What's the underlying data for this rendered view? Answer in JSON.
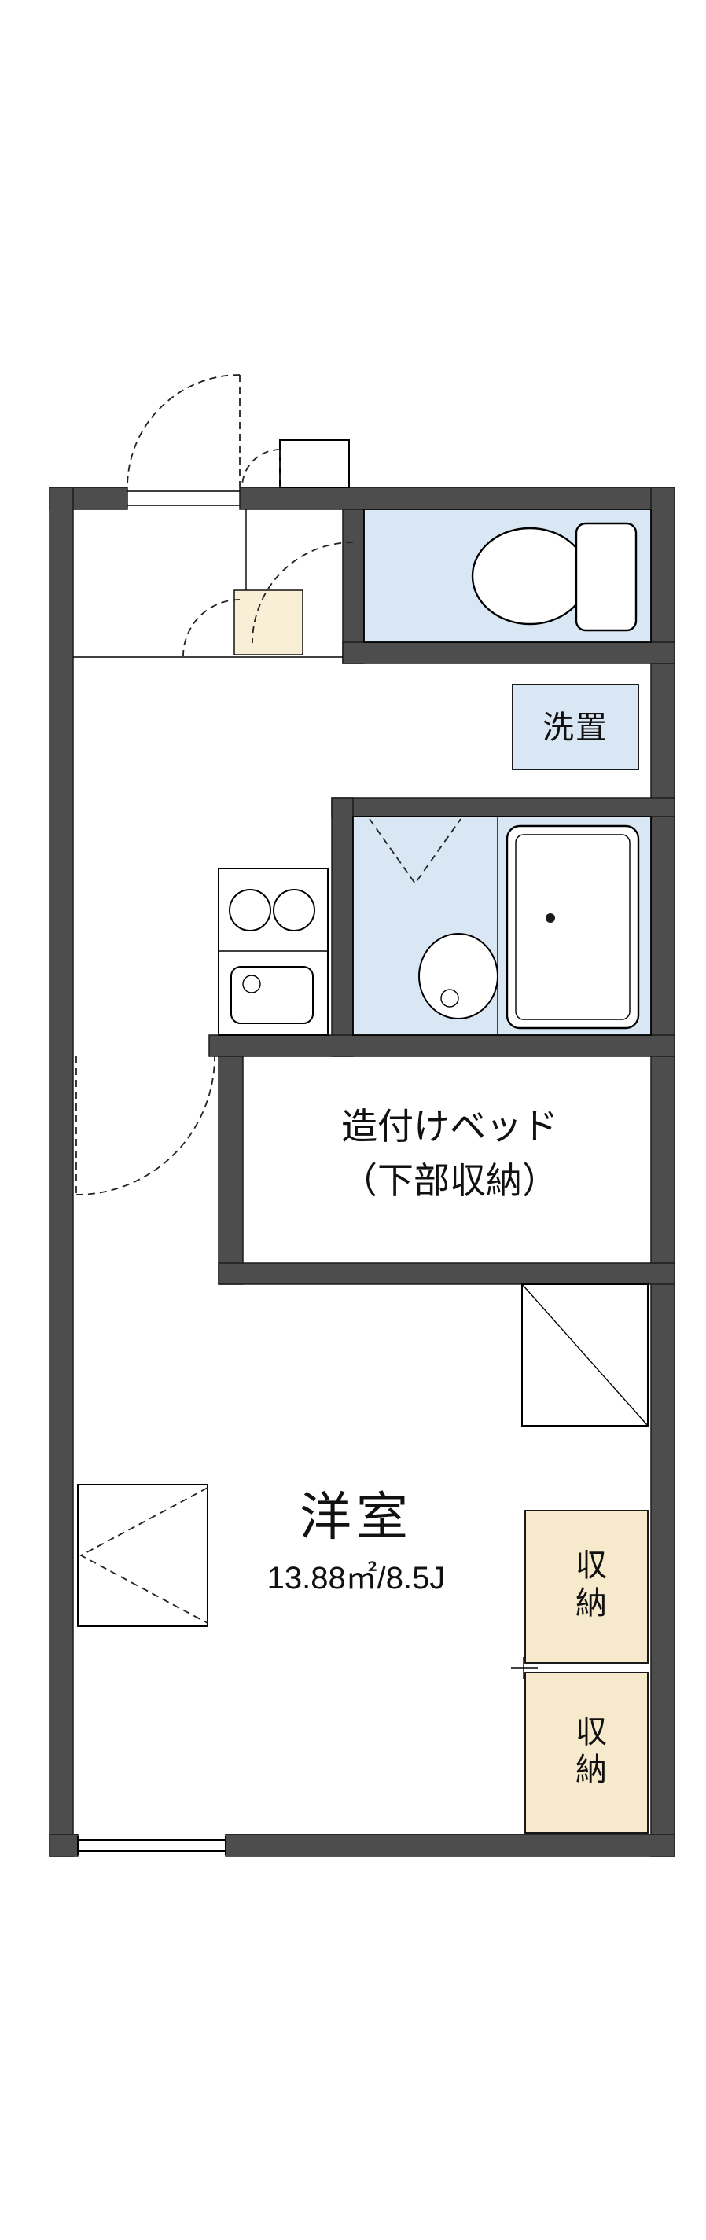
{
  "floorplan": {
    "labels": {
      "laundry": "洗置",
      "bed_line1": "造付けベッド",
      "bed_line2": "（下部収納）",
      "room_name": "洋室",
      "room_area": "13.88㎡/8.5J",
      "storage_1": "収納",
      "storage_2": "収納"
    },
    "colors": {
      "wall": "#4d4d4d",
      "water_area": "#d9e6f4",
      "storage_fill": "#f6e9cc",
      "genkan_step": "#f9efd6",
      "line": "#000000",
      "background": "#ffffff"
    },
    "icons": {
      "toilet": "toilet-icon",
      "bathtub": "bathtub-icon",
      "wash_basin": "washbasin-icon",
      "stove": "stove-burners-icon",
      "sink": "kitchen-sink-icon",
      "door_swing": "door-swing-arc",
      "folding_door": "folding-door-dashes",
      "bay_window": "bay-window",
      "window": "window-symbol",
      "refrigerator_space": "diagonal-space-box"
    }
  }
}
